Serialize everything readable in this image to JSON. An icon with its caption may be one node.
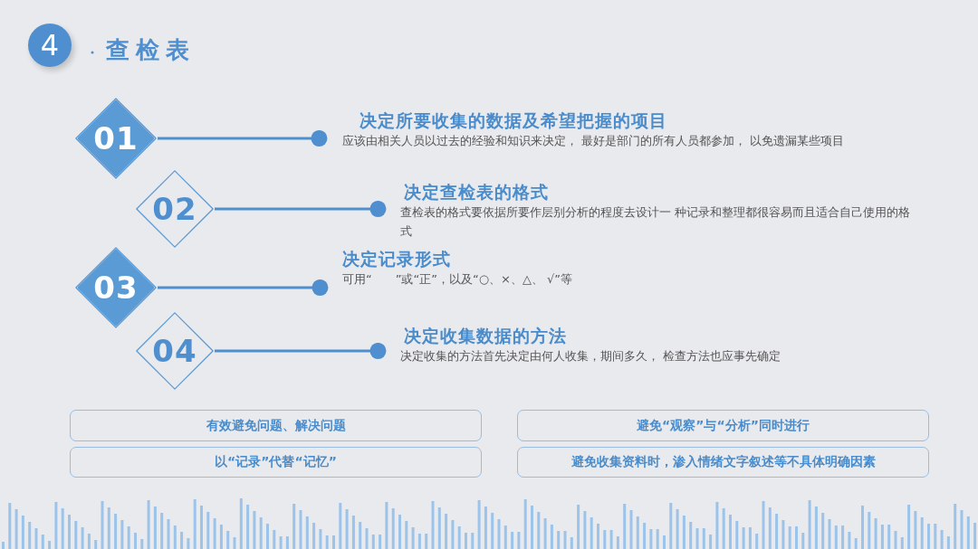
{
  "diagram": {
    "title": "查检表",
    "nodes": [
      {
        "text": [
          "01"
        ]
      },
      {
        "text": [
          "决定所要收集的数据及希望把握的项目",
          "应该由相关人员以过去的经验和知识来决定， 最好是部门的所有人员都参加， 以免遗漏某些项目"
        ]
      },
      {
        "text": [
          "02"
        ]
      },
      {
        "text": [
          "决定查检表的格式",
          "查检表的格式要依据所要作层别分析的程度去设计一 种记录和整理都很容易而且适合自己使用的格式"
        ]
      },
      {
        "text": [
          "03"
        ]
      },
      {
        "text": [
          "决定记录形式",
          "可用“　　”或“正”，以及“○、×、△、 √”等"
        ]
      },
      {
        "text": [
          "04"
        ]
      },
      {
        "text": [
          "决定收集数据的方法",
          "决定收集的方法首先决定由何人收集，期间多久， 检查方法也应事先确定"
        ]
      },
      {
        "text": [
          "有效避免问题、解决问题"
        ]
      },
      {
        "text": [
          "避免“观察”与“分析”同时进行"
        ]
      },
      {
        "text": [
          "以“记录”代替“记忆”"
        ]
      },
      {
        "text": [
          "避免收集资料时，渗入情绪文字叙述等不具体明确因素"
        ]
      }
    ],
    "edges": [
      {
        "from": 0,
        "to": 1,
        "arrow": "other"
      },
      {
        "from": 2,
        "to": 3,
        "arrow": "other"
      },
      {
        "from": 4,
        "to": 5,
        "arrow": "other"
      },
      {
        "from": 6,
        "to": 7,
        "arrow": "other"
      }
    ],
    "labels": [
      "4"
    ]
  }
}
